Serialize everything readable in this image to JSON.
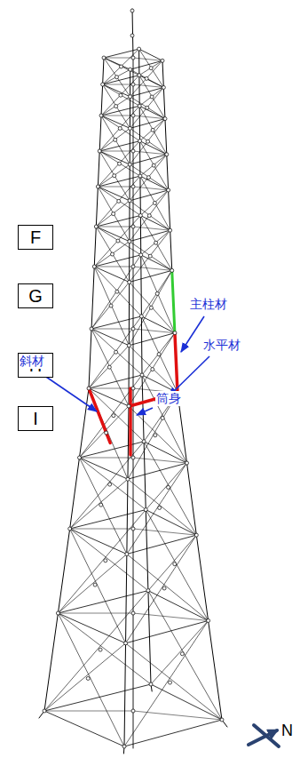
{
  "diagram": {
    "nodes": [
      {
        "text": [
          "F"
        ]
      },
      {
        "text": [
          "G"
        ]
      },
      {
        "text": [
          "H"
        ]
      },
      {
        "text": [
          "I"
        ]
      }
    ],
    "labels": [
      "主柱材",
      "水平材",
      "斜材",
      "筒身",
      "N"
    ]
  }
}
